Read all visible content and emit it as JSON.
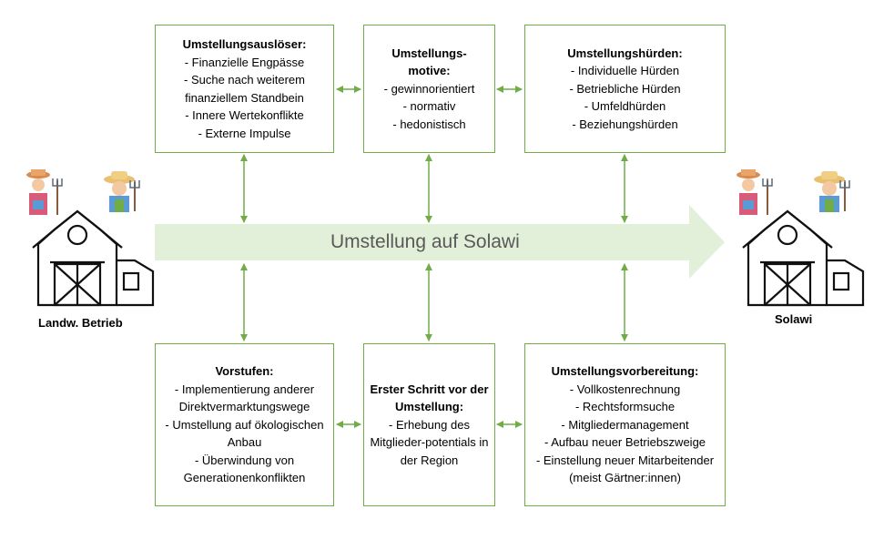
{
  "central_arrow": {
    "label": "Umstellung auf Solawi",
    "color": "#e2f0d9"
  },
  "connector_color": "#70ad47",
  "left_farm": {
    "label": "Landw. Betrieb"
  },
  "right_farm": {
    "label": "Solawi"
  },
  "boxes": {
    "top_left": {
      "title": "Umstellungsauslöser:",
      "items": [
        "- Finanzielle Engpässe",
        "- Suche nach weiterem finanziellem Standbein",
        "- Innere Wertekonflikte",
        "- Externe Impulse"
      ]
    },
    "top_center": {
      "title": "Umstellungs-\nmotive:",
      "items": [
        "- gewinnorientiert",
        "- normativ",
        "- hedonistisch"
      ]
    },
    "top_right": {
      "title": "Umstellungshürden:",
      "items": [
        "- Individuelle Hürden",
        "- Betriebliche Hürden",
        "- Umfeldhürden",
        "- Beziehungshürden"
      ]
    },
    "bottom_left": {
      "title": "Vorstufen:",
      "items": [
        "- Implementierung anderer Direktvermarktungswege",
        "- Umstellung auf ökologischen Anbau",
        "- Überwindung von Generationenkonflikten"
      ]
    },
    "bottom_center": {
      "title": "Erster Schritt vor der Umstellung:",
      "items": [
        "- Erhebung des Mitglieder-potentials in der Region"
      ]
    },
    "bottom_right": {
      "title": "Umstellungsvorbereitung:",
      "items": [
        "- Vollkostenrechnung",
        "- Rechtsformsuche",
        "- Mitgliedermanagement",
        "- Aufbau neuer Betriebszweige",
        "- Einstellung neuer Mitarbeitender (meist Gärtner:innen)"
      ]
    }
  }
}
